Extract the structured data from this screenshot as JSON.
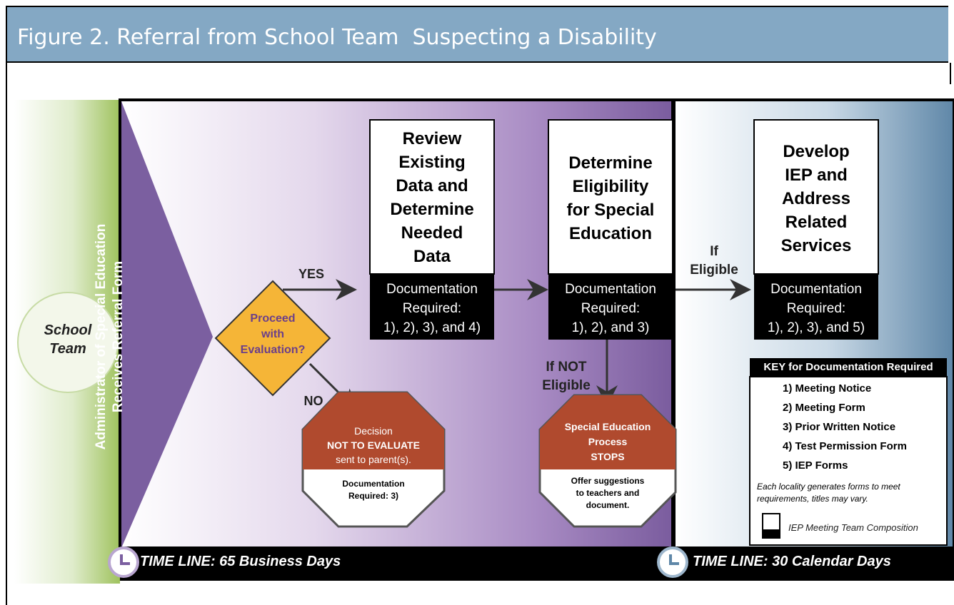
{
  "title": "Figure 2. Referral from School Team  Suspecting a Disability",
  "school_team": {
    "line1": "School",
    "line2": "Team"
  },
  "admin": {
    "line1": "Administrator of Special Education",
    "line2": "Receives Referral Form"
  },
  "decision": {
    "line1": "Proceed",
    "line2": "with",
    "line3": "Evaluation?",
    "yes": "YES",
    "no": "NO"
  },
  "review_box": {
    "lines": [
      "Review",
      "Existing",
      "Data and",
      "Determine",
      "Needed",
      "Data"
    ],
    "doc": [
      "Documentation",
      "Required:",
      "1), 2), 3), and 4)"
    ]
  },
  "eligibility_box": {
    "lines": [
      "Determine",
      "Eligibility",
      "for Special",
      "Education"
    ],
    "doc": [
      "Documentation",
      "Required:",
      "1), 2), and 3)"
    ]
  },
  "iep_box": {
    "lines": [
      "Develop",
      "IEP and",
      "Address",
      "Related",
      "Services"
    ],
    "doc": [
      "Documentation",
      "Required:",
      "1), 2), 3), and 5)"
    ]
  },
  "if_eligible": {
    "line1": "If",
    "line2": "Eligible"
  },
  "if_not_eligible": {
    "line1": "If NOT",
    "line2": "Eligible"
  },
  "not_evaluate": {
    "line1": "Decision",
    "line2": "NOT TO EVALUATE",
    "line3": "sent to parent(s).",
    "doc1": "Documentation",
    "doc2": "Required: 3)"
  },
  "stops": {
    "line1": "Special Education",
    "line2": "Process",
    "line3": "STOPS",
    "sub1": "Offer suggestions",
    "sub2": "to teachers and",
    "sub3": "document."
  },
  "key": {
    "title": "KEY for Documentation Required",
    "items": [
      "1) Meeting Notice",
      "2) Meeting Form",
      "3) Prior Written Notice",
      "4) Test Permission Form",
      "5) IEP Forms"
    ],
    "note1": "Each locality generates forms to meet",
    "note2": "requirements, titles may vary.",
    "legend": "IEP Meeting Team Composition"
  },
  "timeline_left": "TIME LINE:  65 Business Days",
  "timeline_right": "TIME LINE: 30 Calendar Days",
  "colors": {
    "title_bar": "#84a8c4",
    "purple": "#7b5fa0",
    "purple_dark": "#5a3f7e",
    "green": "#a8c86a",
    "diamond": "#f5b537",
    "stop_red": "#b04a2e",
    "blue": "#5f87a8"
  },
  "icons": [
    "clock-icon",
    "arrow-icon"
  ]
}
